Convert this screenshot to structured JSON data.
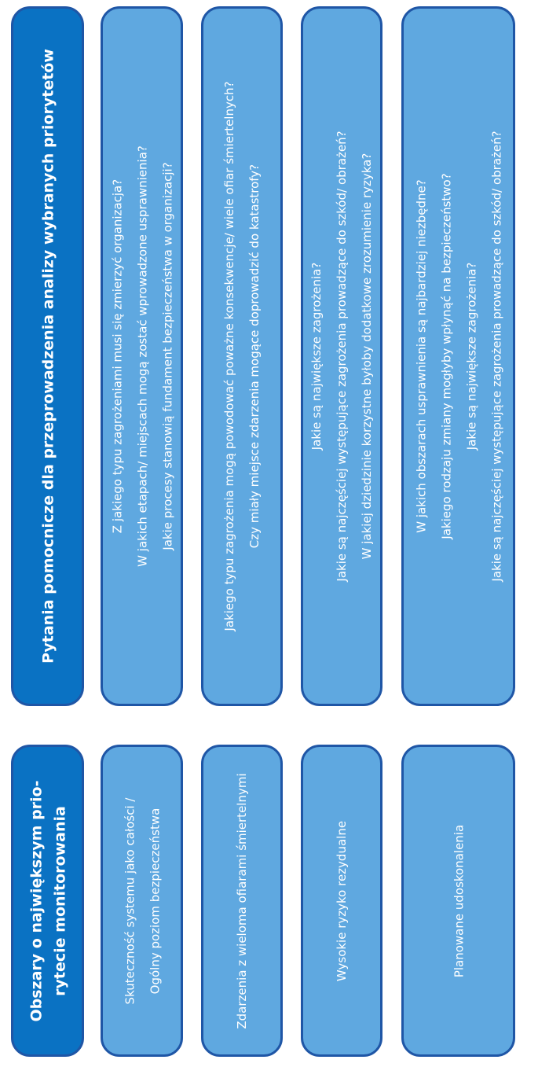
{
  "bottom_table": {
    "header": [
      "Obszary o największym prio-",
      "rytecie monitorowania"
    ],
    "cells": [
      [
        "Skuteczność systemu jako całości /",
        "Ogólny poziom bezpieczeństwa"
      ],
      [
        "Zdarzenia z wieloma ofiarami śmiertelnymi"
      ],
      [
        "Wysokie ryzyko rezydualne"
      ],
      [
        "Planowane udoskonalenia"
      ]
    ]
  },
  "top_table": {
    "header": [
      "Pytania pomocnicze dla przeprowadzenia analizy wybranych priorytetów"
    ],
    "cells": [
      [
        "Z jakiego typu zagrożeniami musi się zmierzyć organizacja?",
        "W jakich etapach/ miejscach mogą zostać wprowadzone usprawnienia?",
        "Jakie procesy stanowią fundament bezpieczeństwa w organizacji?"
      ],
      [
        "Jakiego typu zagrożenia mogą powodować poważne konsekwencje/ wiele ofiar śmiertelnych?",
        "Czy miały miejsce zdarzenia mogące doprowadzić do katastrofy?"
      ],
      [
        "Jakie są największe zagrożenia?",
        "Jakie są najczęściej występujące zagrożenia prowadzące do szkód/ obrażeń?",
        "W jakiej dziedzinie korzystne byłoby dodatkowe zrozumienie ryzyka?"
      ],
      [
        "W jakich obszarach usprawnienia są najbardziej niezbędne?",
        "Jakiego rodzaju zmiany mogłyby wpłynąć na bezpieczeństwo?",
        "Jakie są największe zagrożenia?",
        "Jakie są najczęściej występujące zagrożenia prowadzące do szkód/ obrażeń?"
      ]
    ]
  }
}
